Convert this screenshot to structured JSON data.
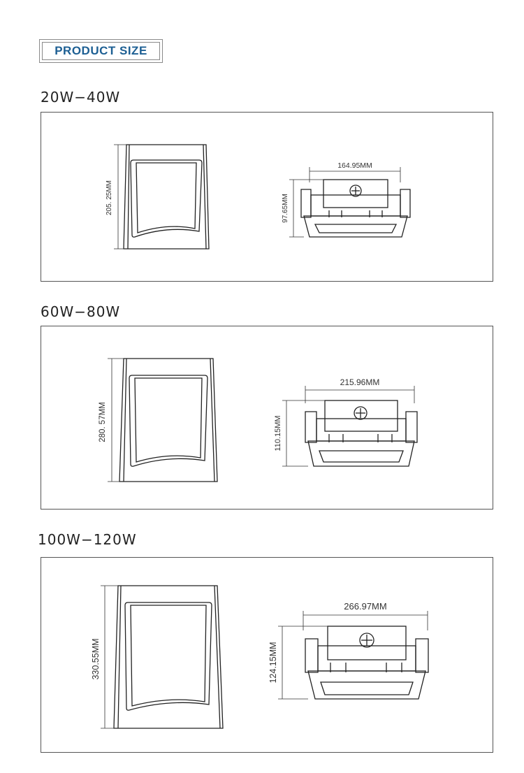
{
  "header": {
    "badge": "PRODUCT SIZE"
  },
  "sections": [
    {
      "title": "20W−40W",
      "height_dim": "205. 25MM",
      "width_dim": "164.95MM",
      "depth_dim": "97.65MM"
    },
    {
      "title": "60W−80W",
      "height_dim": "280. 57MM",
      "width_dim": "215.96MM",
      "depth_dim": "110.15MM"
    },
    {
      "title": "100W−120W",
      "height_dim": "330.55MM",
      "width_dim": "266.97MM",
      "depth_dim": "124.15MM"
    }
  ],
  "colors": {
    "badge_text": "#1d5f93",
    "line": "#222222"
  }
}
